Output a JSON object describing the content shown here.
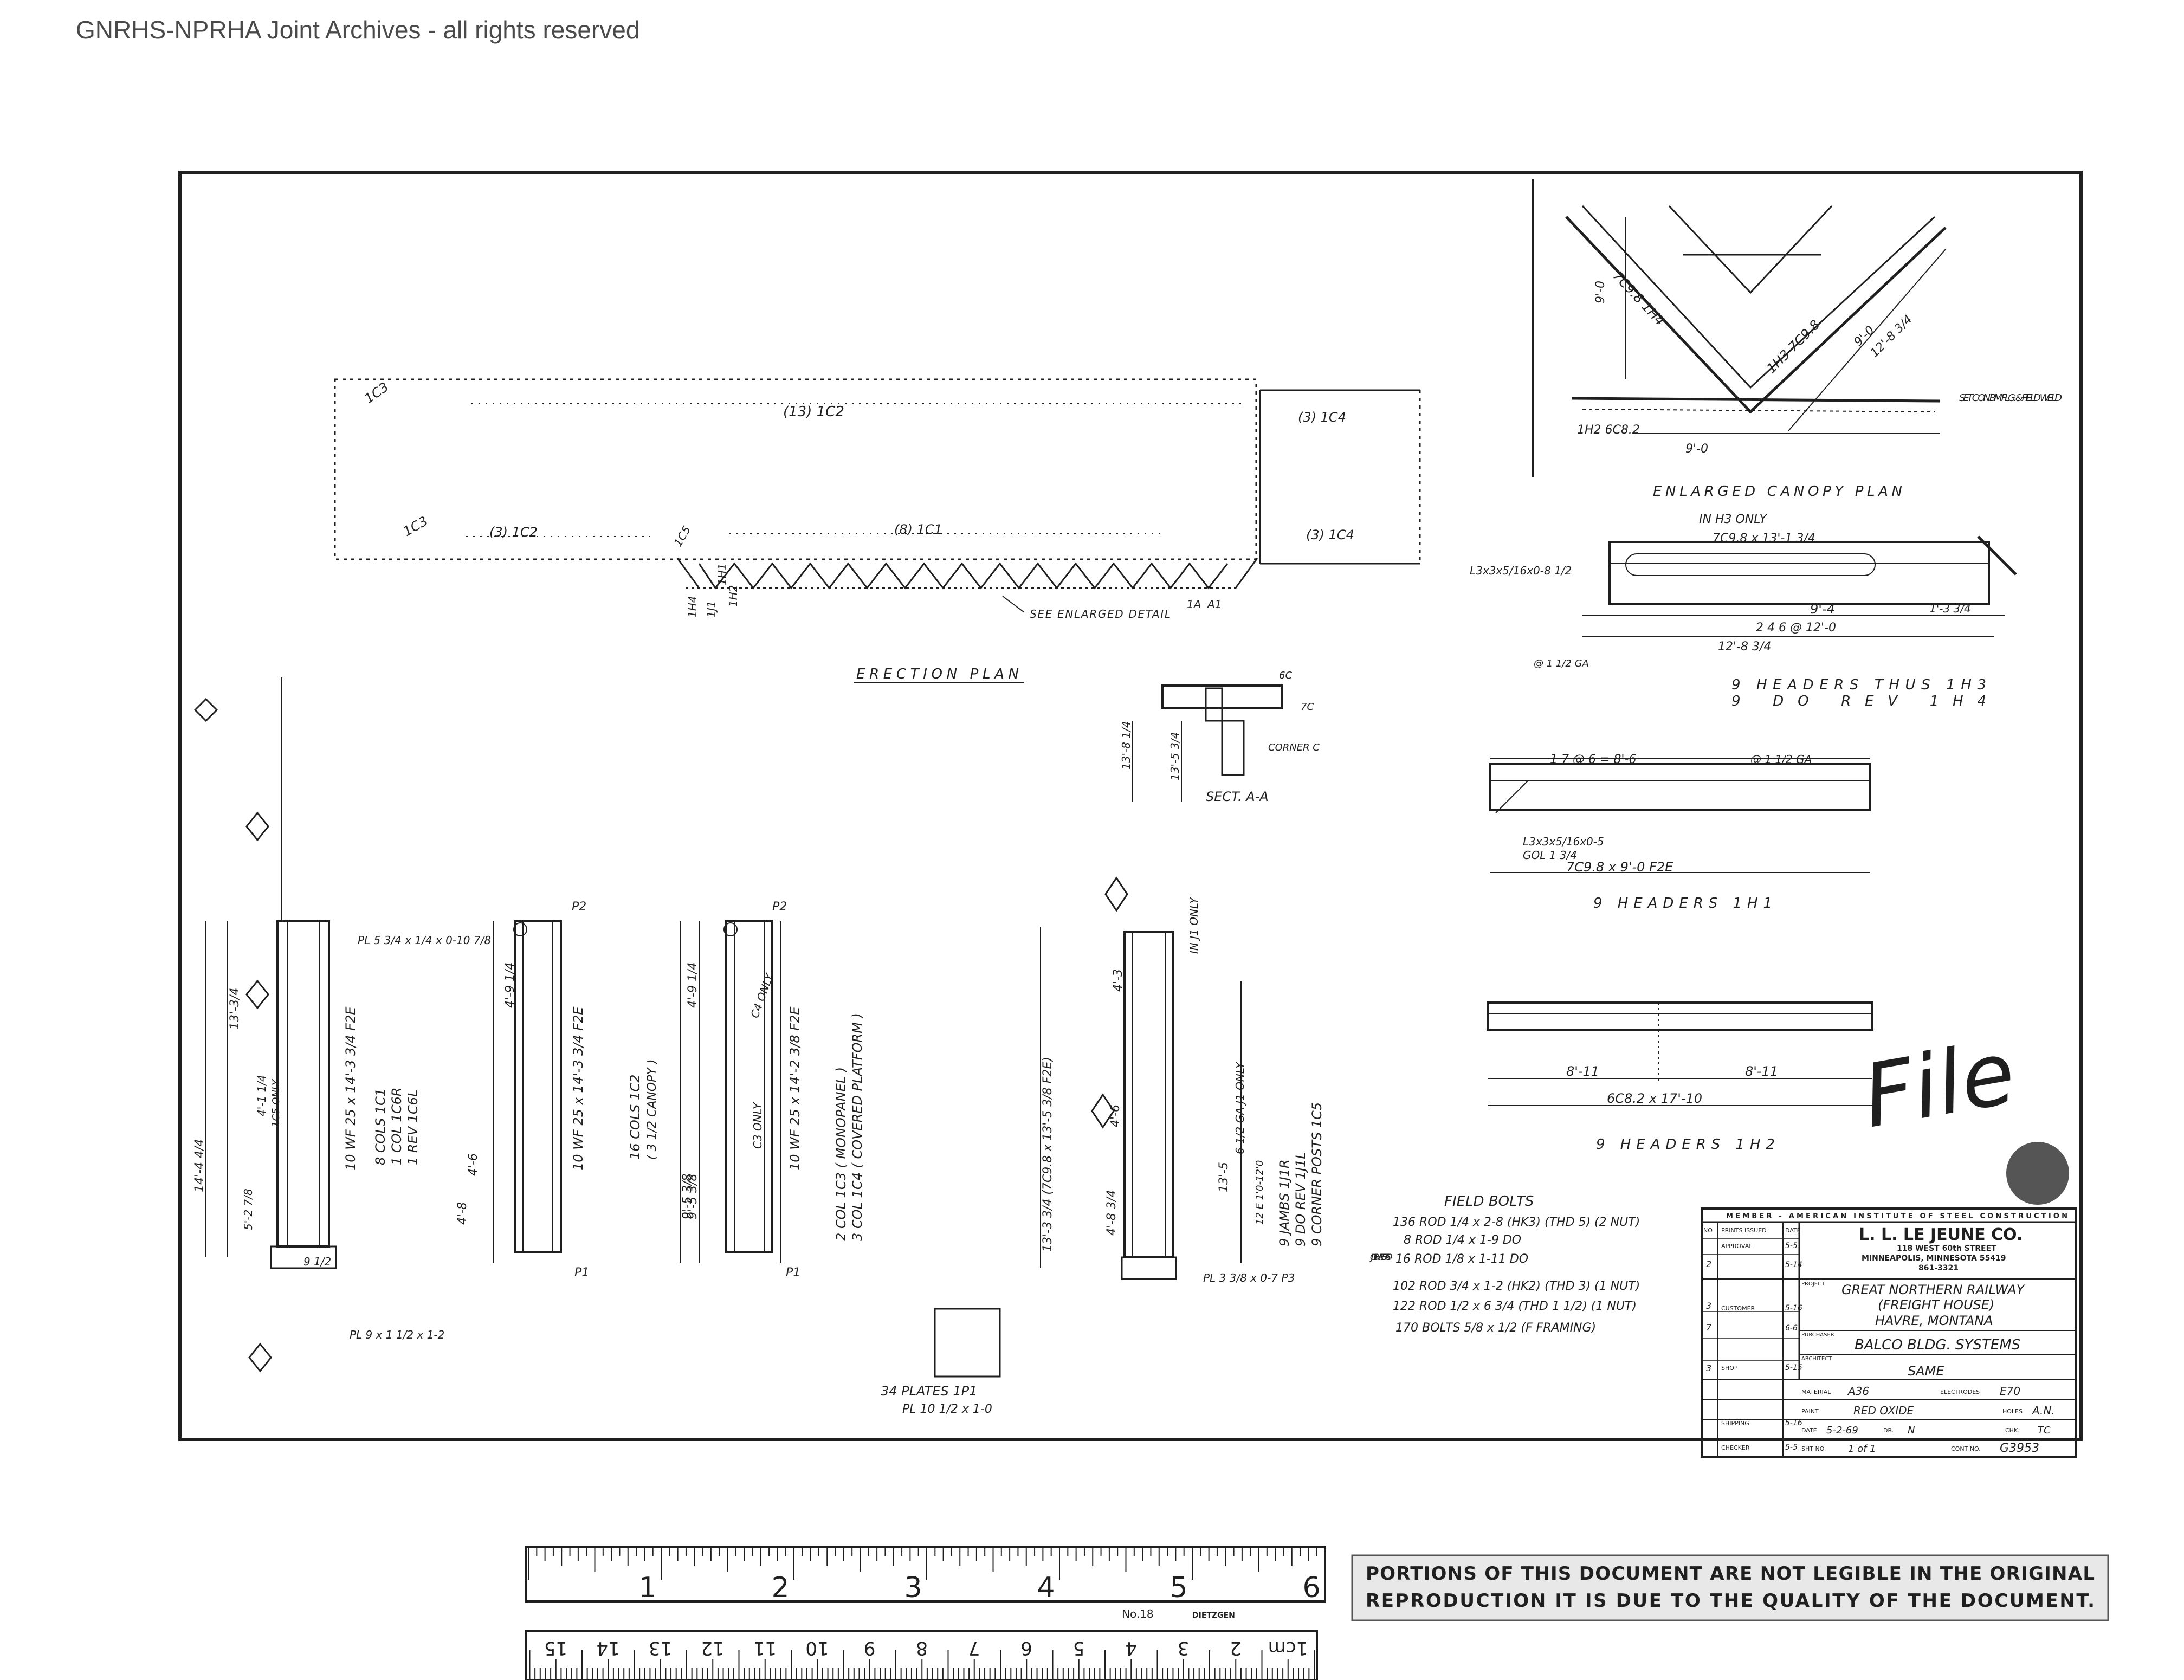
{
  "watermark": "GNRHS-NPRHA Joint Archives - all rights reserved",
  "erection_plan": {
    "title": "ERECTION PLAN",
    "top_row": {
      "start": "1C3",
      "span": "(13) 1C2",
      "end": "(3) 1C4"
    },
    "bottom_row": {
      "start": "1C3",
      "left_span": "(3) 1C2",
      "mid_span": "(8) 1C1",
      "right_span": "(3) 1C4",
      "corner": "1C5"
    },
    "note": "SEE ENLARGED DETAIL",
    "verticals": [
      "1H4",
      "1J1",
      "1H1",
      "1H2",
      "1A",
      "A1"
    ]
  },
  "canopy": {
    "title": "ENLARGED CANOPY PLAN",
    "left_arm": "7C9.8  1H4",
    "right_arm": "1H3  7C9.8",
    "dims": [
      "9'-0",
      "9'-0",
      "9'-0",
      "12'-8 3/4"
    ],
    "bottom": "1H2   6C8.2",
    "note": "SET C ON BM FLG. & FIELD WELD"
  },
  "headers_h3": {
    "title_1": "9 HEADERS THUS 1H3",
    "title_2": "9    DO    REV 1H4",
    "top_note": "IN H3 ONLY",
    "top_dim": "7C9.8 x 13'-1 3/4",
    "angle": "L3x3x5/16x0-8 1/2",
    "dims": [
      "9'-4",
      "1'-3 3/4",
      "2 4 6 @ 12'-0",
      "12'-8 3/4"
    ],
    "gauge": "@ 1 1/2 GA"
  },
  "headers_h1": {
    "title": "9 HEADERS 1H1",
    "top_dim": "1 7 @ 6 = 8'-6",
    "gauge": "@ 1 1/2 GA",
    "angle": "L3x3x5/16x0-5",
    "gol": "GOL 1 3/4",
    "bottom_dim": "7C9.8 x 9'-0 F2E"
  },
  "headers_h2": {
    "title": "9 HEADERS 1H2",
    "dims": [
      "8'-11",
      "8'-11"
    ],
    "bottom_dim": "6C8.2 x 17'-10"
  },
  "section_aa": {
    "title": "SECT. A-A",
    "labels": [
      "6C",
      "7C",
      "CORNER C"
    ],
    "dims": [
      "13'-8 1/4",
      "13'-5 3/4"
    ]
  },
  "columns": [
    {
      "lines": [
        "8 COLS 1C1",
        "1 COL 1C6R",
        "1 REV 1C6L"
      ],
      "size": "10 WF 25 x 14'-3 3/4 F2E",
      "plate_top": "PL 5 3/4 x 1/4 x 0-10 7/8",
      "plate_bot": "PL 9 x 1 1/2 x 1-2",
      "dims": [
        "13'-3/4",
        "14'-4 4/4",
        "5'-2 7/8",
        "4'-1 1/4",
        "9 1/2"
      ],
      "note": "1C5 ONLY"
    },
    {
      "lines": [
        "16 COLS 1C2",
        "( 3 1/2 CANOPY )"
      ],
      "size": "10 WF 25 x 14'-3 3/4 F2E",
      "dims": [
        "4'-9 1/4",
        "4'-6",
        "4'-8",
        "9'-5 3/8"
      ],
      "plate_top": "P2",
      "plate_bot": "P1"
    },
    {
      "lines": [
        "2 COL 1C3 ( MONOPANEL )",
        "3 COL 1C4 ( COVERED PLATFORM )"
      ],
      "size": "10 WF 25 x 14'-2 3/8 F2E",
      "dims": [
        "4'-9 1/4",
        "9'-5 3/8"
      ],
      "notes": [
        "C4 ONLY",
        "C3 ONLY"
      ],
      "plate_top": "P2",
      "plate_bot": "P1"
    },
    {
      "lines": [
        "9 JAMBS 1J1R",
        "9 DO REV 1J1L",
        "9 CORNER POSTS 1C5"
      ],
      "size": "13'-3 3/4 (7C9.8 x 13'-5 3/8 F2E)",
      "dims": [
        "4'-3",
        "4'-6",
        "4'-8 3/4",
        "13'-5"
      ],
      "notes": [
        "IN J1 ONLY",
        "6 1/2 GA J1 ONLY",
        "12 E 1'0-12'0"
      ],
      "plate_bot": "PL 3 3/8 x 0-7  P3"
    }
  ],
  "plates": {
    "title": "34 PLATES 1P1",
    "spec": "PL 10 1/2 x 1-0"
  },
  "field_bolts": {
    "title": "FIELD BOLTS",
    "job_label": "JOB HAE 57-69",
    "rows": [
      "136 ROD 1/4 x 2-8 (HK3) (THD 5) (2 NUT)",
      "8 ROD 1/4 x 1-9        DO",
      "16 ROD 1/8 x 1-11       DO",
      "102 ROD 3/4 x 1-2 (HK2) (THD 3) (1 NUT)",
      "122 ROD 1/2 x 6 3/4 (THD 1 1/2) (1 NUT)",
      "170 BOLTS 5/8 x 1/2 (F FRAMING)"
    ]
  },
  "title_block": {
    "member": "MEMBER - AMERICAN INSTITUTE OF STEEL CONSTRUCTION",
    "company": "L. L. LE JEUNE CO.",
    "address_1": "118 WEST 60th STREET",
    "address_2": "MINNEAPOLIS, MINNESOTA 55419",
    "phone": "861-3321",
    "project_label": "PROJECT",
    "project_1": "GREAT NORTHERN RAILWAY",
    "project_2": "(FREIGHT HOUSE)",
    "project_3": "HAVRE, MONTANA",
    "purchaser_label": "PURCHASER",
    "purchaser": "BALCO BLDG. SYSTEMS",
    "architect_label": "ARCHITECT",
    "architect": "SAME",
    "material_label": "MATERIAL",
    "material": "A36",
    "electrodes_label": "ELECTRODES",
    "electrodes": "E70",
    "paint_label": "PAINT",
    "paint": "RED OXIDE",
    "holes_label": "HOLES",
    "holes": "A.N.",
    "date_label": "DATE",
    "date": "5-2-69",
    "dr_label": "DR.",
    "dr": "N",
    "chk_label": "CHK.",
    "chk": "TC",
    "sht_label": "SHT NO.",
    "sht": "1 of 1",
    "cont_label": "CONT NO.",
    "cont": "G3953",
    "rows": [
      {
        "no": "NO",
        "label": "PRINTS ISSUED",
        "date": "DATE"
      },
      {
        "no": "",
        "label": "APPROVAL",
        "date": "5-5"
      },
      {
        "no": "2",
        "label": "",
        "date": "5-14"
      },
      {
        "no": "3",
        "label": "CUSTOMER",
        "date": "5-16"
      },
      {
        "no": "7",
        "label": "",
        "date": "6-6"
      },
      {
        "no": "3",
        "label": "SHOP",
        "date": "5-15"
      },
      {
        "no": "",
        "label": "SHIPPING",
        "date": "5-16"
      },
      {
        "no": "",
        "label": "CHECKER",
        "date": "5-5"
      }
    ]
  },
  "file_mark": "File",
  "ruler": {
    "inch_labels": [
      "1",
      "2",
      "3",
      "4",
      "5",
      "6"
    ],
    "cm_labels": [
      "1cm",
      "2",
      "3",
      "4",
      "5",
      "6",
      "7",
      "8",
      "9",
      "10",
      "11",
      "12",
      "13",
      "14",
      "15"
    ],
    "center": "No.18",
    "brand": "DIETZGEN"
  },
  "stamp": {
    "line_1": "PORTIONS OF THIS DOCUMENT ARE NOT LEGIBLE IN THE ORIGINAL",
    "line_2": "REPRODUCTION IT IS DUE TO THE QUALITY OF THE DOCUMENT."
  },
  "colors": {
    "ink": "#1f1f1f",
    "paper": "#ffffff",
    "watermark": "#4a4a4a"
  }
}
